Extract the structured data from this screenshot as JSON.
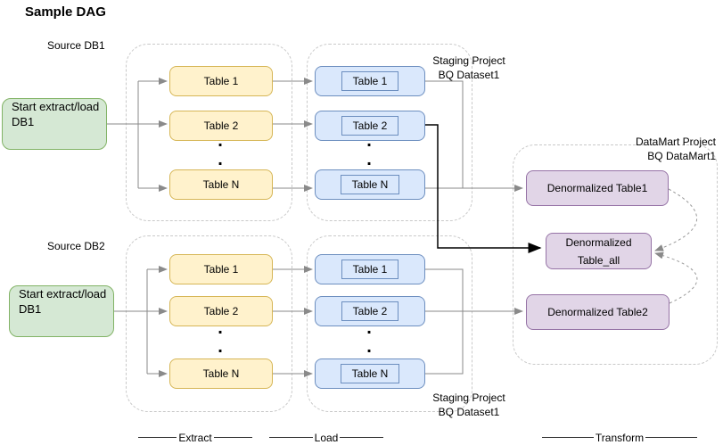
{
  "title": "Sample DAG",
  "dot": ".",
  "db1": {
    "source_label": "Source DB1",
    "start_line1": "Start extract/load",
    "start_line2": "DB1",
    "extract_tables": [
      "Table 1",
      "Table 2",
      "Table N"
    ],
    "load_tables": [
      "Table 1",
      "Table 2",
      "Table N"
    ],
    "staging_line1": "Staging Project",
    "staging_line2": "BQ Dataset1"
  },
  "db2": {
    "source_label": "Source DB2",
    "start_line1": "Start extract/load",
    "start_line2": "DB1",
    "extract_tables": [
      "Table 1",
      "Table 2",
      "Table N"
    ],
    "load_tables": [
      "Table 1",
      "Table 2",
      "Table N"
    ],
    "staging_line1": "Staging Project",
    "staging_line2": "BQ Dataset1"
  },
  "datamart": {
    "label_line1": "DataMart Project",
    "label_line2": "BQ DataMart1",
    "table1": "Denormalized Table1",
    "table_all_line1": "Denormalized",
    "table_all_line2": "Table_all",
    "table2": "Denormalized Table2"
  },
  "phases": {
    "extract": "Extract",
    "load": "Load",
    "transform": "Transform"
  },
  "colors": {
    "start_fill": "#d5e8d4",
    "start_stroke": "#82b366",
    "extract_fill": "#fff2cc",
    "extract_stroke": "#d6b656",
    "load_fill": "#dae8fc",
    "load_stroke": "#6c8ebf",
    "datamart_fill": "#e1d5e7",
    "datamart_stroke": "#9673a6",
    "connector_gray": "#8a8a8a",
    "connector_black": "#000000",
    "container_dash": "#c9c9c9"
  }
}
